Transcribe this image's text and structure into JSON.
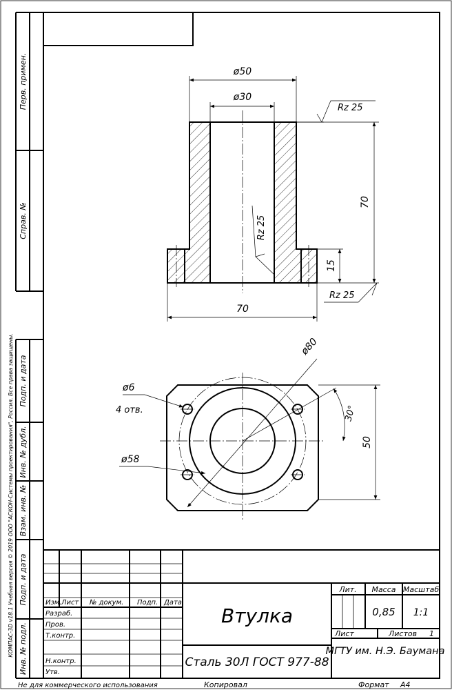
{
  "side_labels": {
    "perv_primen": "Перв. примен.",
    "sprav_no": "Справ. №",
    "podp_data_top": "Подп. и дата",
    "inv_dubl": "Инв. № дубл.",
    "vzam_inv": "Взам. инв. №",
    "podp_data_bottom": "Подп. и дата",
    "inv_podl": "Инв. № подл."
  },
  "copyright": "КОМПАС-3D v18.1 Учебная версия © 2019 ООО \"АСКОН-Системы проектирования\", Россия. Все права защищены.",
  "dimensions": {
    "d50": "ø50",
    "d30": "ø30",
    "h70": "70",
    "h15": "15",
    "w70": "70",
    "d80": "ø80",
    "d6": "ø6",
    "holes": "4 отв.",
    "d58": "ø58",
    "angle30": "30°",
    "v50": "50",
    "rz_top": "Rz 25",
    "rz_inner": "Rz 25",
    "rz_bottom": "Rz 25"
  },
  "title_block": {
    "title": "Втулка",
    "material": "Сталь 30Л  ГОСТ 977-88",
    "organization": "МГТУ им. Н.Э. Баумана",
    "col_izm": "Изм.",
    "col_list": "Лист",
    "col_docnum": "№ докум.",
    "col_podp": "Подп.",
    "col_data": "Дата",
    "razrab": "Разраб.",
    "prov": "Пров.",
    "tkontr": "Т.контр.",
    "nkontr": "Н.контр.",
    "utv": "Утв.",
    "lit": "Лит.",
    "massa": "Масса",
    "masshtab": "Масштаб",
    "mass_value": "0,85",
    "scale_value": "1:1",
    "list_label": "Лист",
    "listov_label": "Листов",
    "listov_value": "1"
  },
  "footer": {
    "non_commercial": "Не для коммерческого использования",
    "kopiroval": "Копировал",
    "format_label": "Формат",
    "format_value": "А4"
  }
}
